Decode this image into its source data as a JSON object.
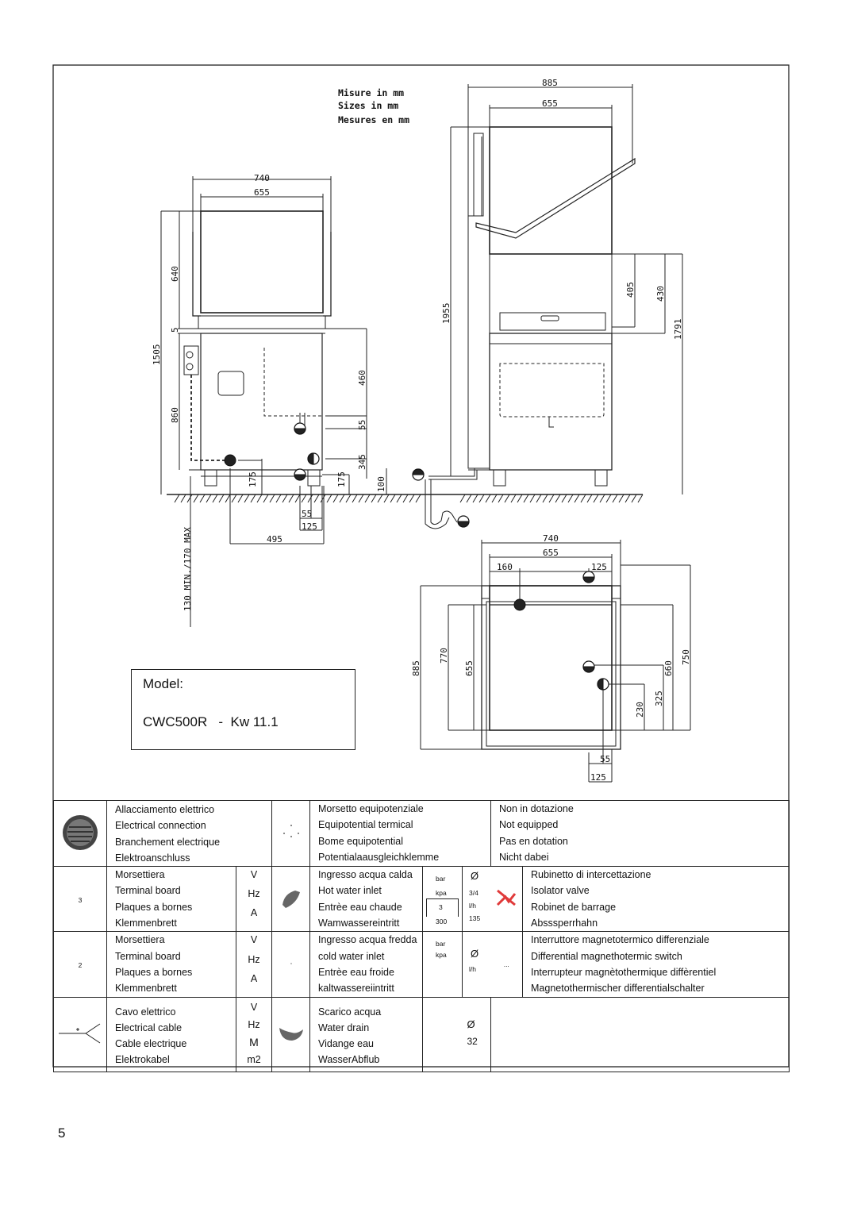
{
  "sizes_note": [
    "Misure in mm",
    "Sizes in mm",
    "Mesures en mm"
  ],
  "dims": {
    "front_width_outer": "740",
    "front_width_inner": "655",
    "front_h_640": "640",
    "front_h_5": "5",
    "front_h_1505": "1505",
    "front_h_860": "860",
    "front_h_460": "460",
    "front_h_55": "55",
    "front_h_345": "345",
    "front_h_175a": "175",
    "front_h_175b": "175",
    "front_h_100": "100",
    "front_w_55": "55",
    "front_w_125": "125",
    "front_w_495": "495",
    "front_min_max": "130 MIN./170 MAX",
    "side_w_885": "885",
    "side_w_655": "655",
    "side_h_1955": "1955",
    "side_h_405": "405",
    "side_h_430": "430",
    "side_h_1791": "1791",
    "top_w_740": "740",
    "top_w_655": "655",
    "top_w_160": "160",
    "top_w_125": "125",
    "top_h_885": "885",
    "top_h_770": "770",
    "top_h_655": "655",
    "top_h_660": "660",
    "top_h_750": "750",
    "top_h_230": "230",
    "top_h_325": "325",
    "top_w_55": "55",
    "top_w_125b": "125"
  },
  "model": {
    "label": "Model:",
    "value": "CWC500R   -  Kw 11.1"
  },
  "legend": {
    "row1": {
      "col1": [
        "Allacciamento elettrico",
        "Electrical connection",
        "Branchement electrique",
        "Elektroanschluss"
      ],
      "col2": [
        "Morsetto equipotenziale",
        "Equipotential termical",
        "Bome equipotential",
        "Potentialaausgleichklemme"
      ],
      "col3": [
        "Non in dotazione",
        "Not equipped",
        "Pas en dotation",
        "Nicht dabei"
      ]
    },
    "row2": {
      "icon_text": "3",
      "col1": [
        "Morsettiera",
        "Terminal board",
        "Plaques a bornes",
        "Klemmenbrett"
      ],
      "units": [
        "V",
        "Hz",
        "A"
      ],
      "col2": [
        "Ingresso acqua calda",
        "Hot water inlet",
        "Entrèe eau chaude",
        "Wamwassereintritt"
      ],
      "pressure_units": [
        "bar",
        "kpa"
      ],
      "pressure_values": [
        "3",
        "300"
      ],
      "flow": [
        "Ø",
        "3/4",
        "l/h",
        "135"
      ],
      "col3": [
        "Rubinetto di intercettazione",
        "Isolator valve",
        "Robinet de barrage",
        "Absssperrhahn"
      ]
    },
    "row3": {
      "icon_text": "2",
      "col1": [
        "Morsettiera",
        "Terminal board",
        "Plaques a bornes",
        "Klemmenbrett"
      ],
      "units": [
        "V",
        "Hz",
        "A"
      ],
      "col2": [
        "Ingresso acqua fredda",
        "cold water inlet",
        "Entrèe eau froide",
        "kaltwassereiintritt"
      ],
      "pressure_units": [
        "bar",
        "kpa"
      ],
      "flow": [
        "Ø",
        "l/h"
      ],
      "dots": "...",
      "col3": [
        "Interruttore magnetotermico differenziale",
        "Differential magnethotermic switch",
        "Interrupteur magnètothermique diffèrentiel",
        "Magnetothermischer differentialschalter"
      ]
    },
    "row4": {
      "col1": [
        "Cavo elettrico",
        "Electrical cable",
        "Cable electrique",
        "Elektrokabel"
      ],
      "units": [
        "V",
        "Hz",
        "M",
        "m2"
      ],
      "col2": [
        "Scarico acqua",
        "Water drain",
        "Vidange eau",
        "WasserAbflub"
      ],
      "drain": [
        "Ø",
        "32"
      ]
    }
  },
  "page_number": "5"
}
